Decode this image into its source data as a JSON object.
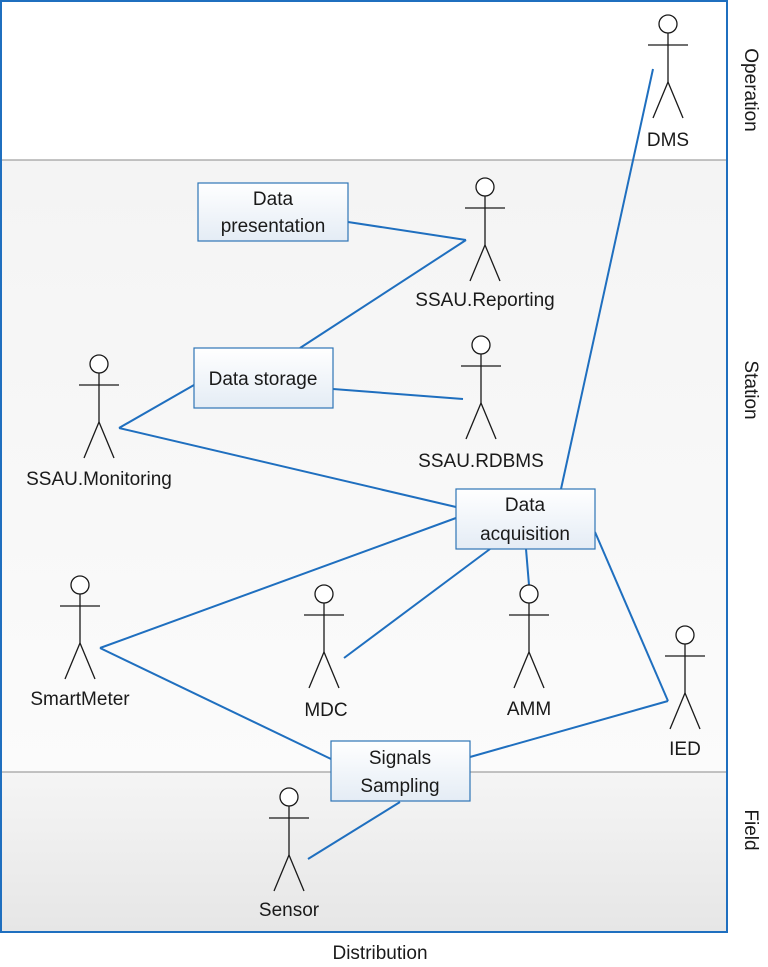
{
  "lanes": {
    "operation": "Operation",
    "station": "Station",
    "field": "Field"
  },
  "footer": "Distribution",
  "use_cases": {
    "data_presentation": [
      "Data",
      "presentation"
    ],
    "data_storage": [
      "Data storage"
    ],
    "data_acquisition": [
      "Data",
      "acquisition"
    ],
    "signals_sampling": [
      "Signals",
      "Sampling"
    ]
  },
  "actors": {
    "dms": "DMS",
    "ssau_reporting": "SSAU.Reporting",
    "ssau_rdbms": "SSAU.RDBMS",
    "ssau_monitoring": "SSAU.Monitoring",
    "smartmeter": "SmartMeter",
    "mdc": "MDC",
    "amm": "AMM",
    "ied": "IED",
    "sensor": "Sensor"
  },
  "colors": {
    "line": "#1f6fbf",
    "box_border": "#2e75b6",
    "frame": "#1f6fbf",
    "station_lane_bg": "#f7f7f7",
    "field_lane_bg": "#efefef"
  }
}
